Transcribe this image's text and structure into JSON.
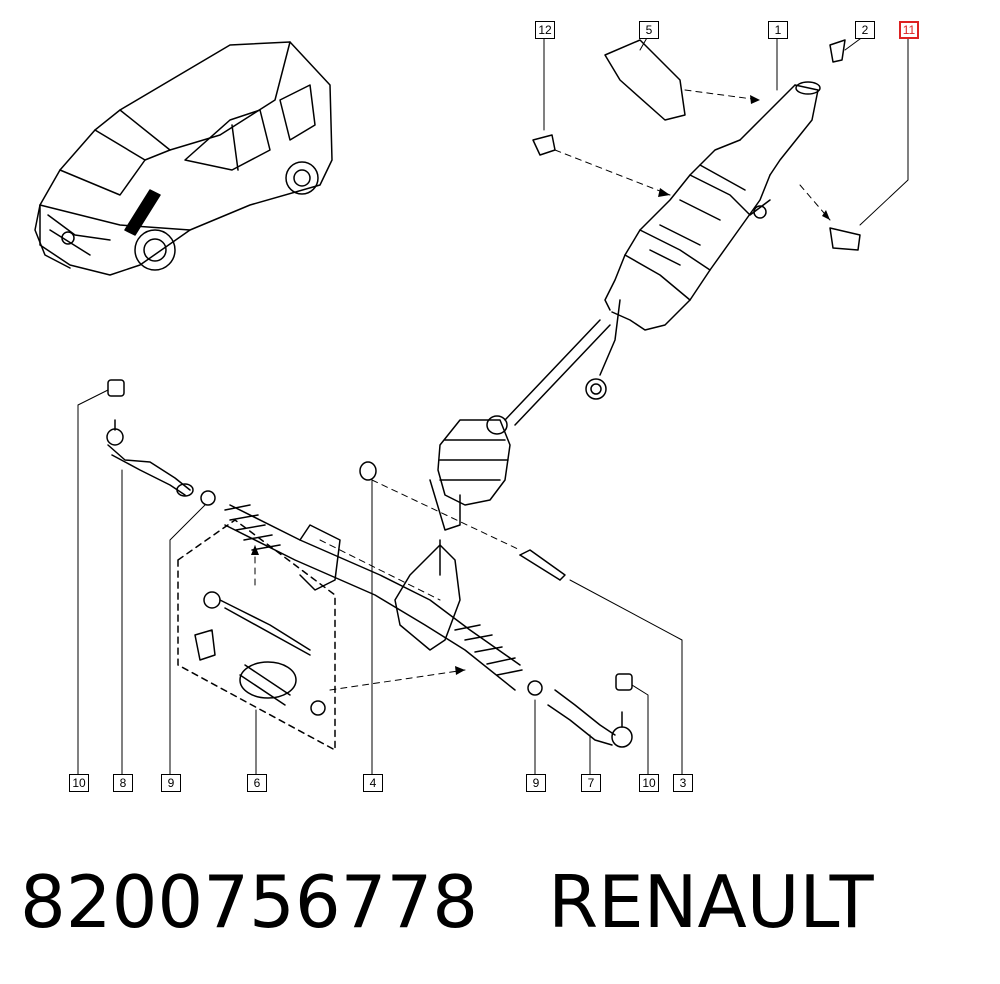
{
  "callouts": {
    "c12": "12",
    "c5": "5",
    "c1": "1",
    "c2": "2",
    "c11": "11",
    "c10a": "10",
    "c8": "8",
    "c9a": "9",
    "c6": "6",
    "c4": "4",
    "c9b": "9",
    "c7": "7",
    "c10b": "10",
    "c3": "3"
  },
  "caption": {
    "part_number": "8200756778",
    "brand": "RENAULT"
  },
  "colors": {
    "line": "#000000",
    "highlight": "#dd2222"
  }
}
